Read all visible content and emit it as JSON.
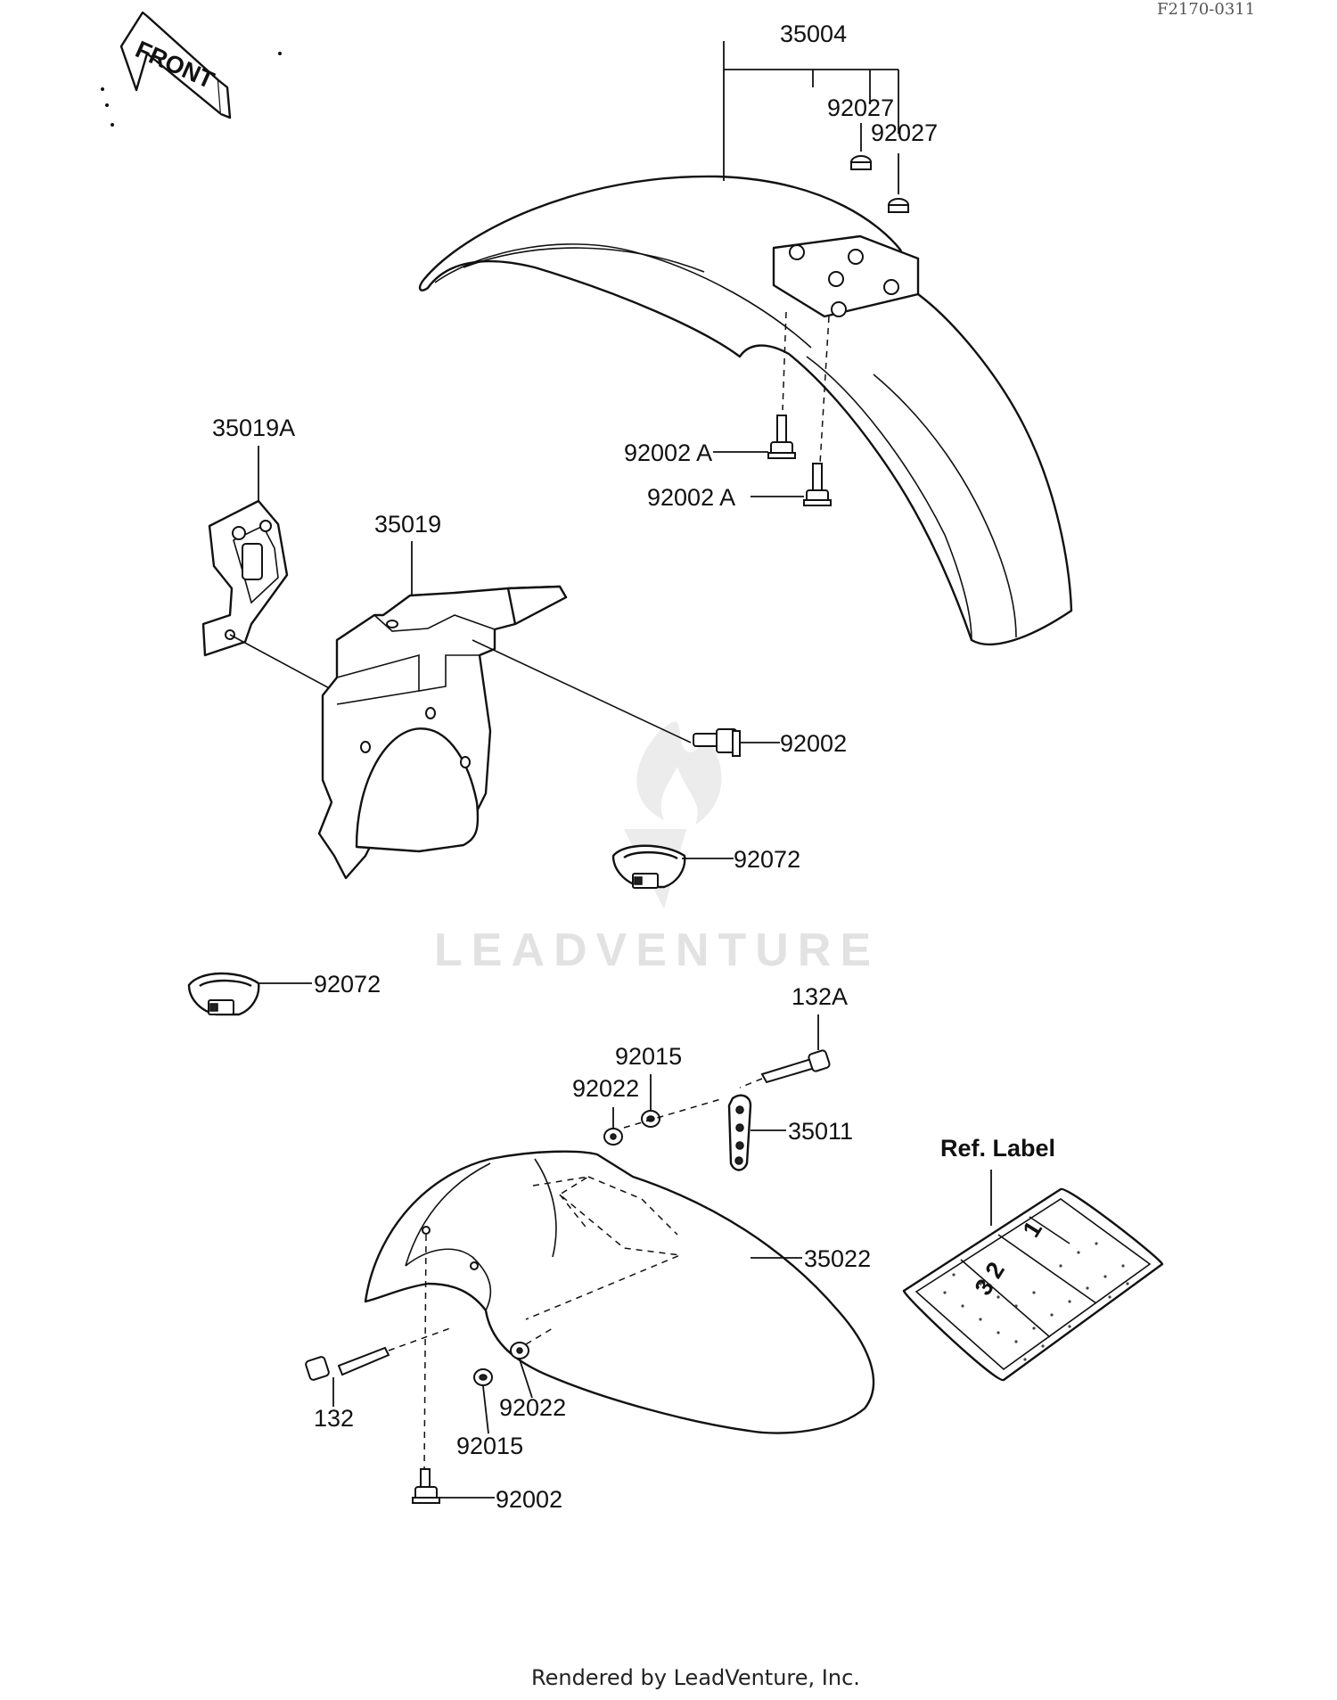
{
  "diagram_code": "F2170-0311",
  "front_arrow_text": "FRONT",
  "watermark_text": "LEADVENTURE",
  "footer_text": "Rendered by LeadVenture, Inc.",
  "parts": {
    "p35004": "35004",
    "p92027_a": "92027",
    "p92027_b": "92027",
    "p92002A_a": "92002 A",
    "p92002A_b": "92002 A",
    "p35019A": "35019A",
    "p35019": "35019",
    "p92002_mid": "92002",
    "p92072_mid": "92072",
    "p92072_left": "92072",
    "p132A": "132A",
    "p92015_top": "92015",
    "p92022_top": "92022",
    "p35011": "35011",
    "p35022": "35022",
    "p132": "132",
    "p92022_bot": "92022",
    "p92015_bot": "92015",
    "p92002_bot": "92002",
    "ref_label": "Ref. Label"
  },
  "ref_label_text": {
    "a": "1",
    "b": "3 2"
  }
}
